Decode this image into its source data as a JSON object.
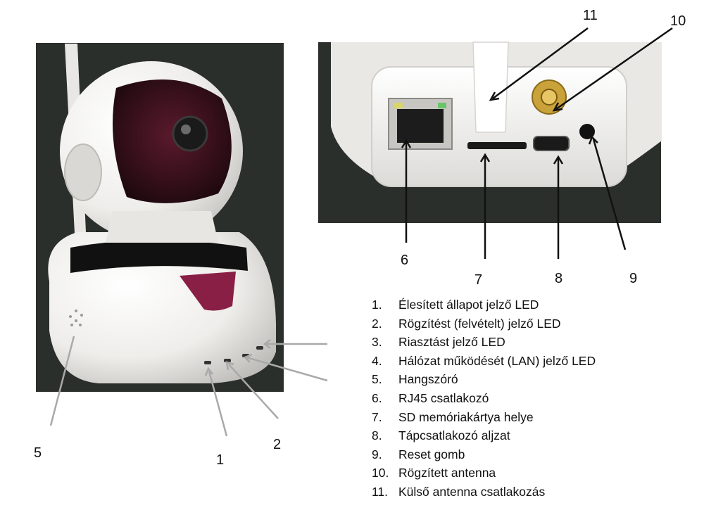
{
  "callout_numbers": {
    "n1": "1",
    "n2": "2",
    "n5": "5",
    "n6": "6",
    "n7": "7",
    "n8": "8",
    "n9": "9",
    "n10": "10",
    "n11": "11"
  },
  "legend": [
    {
      "num": "1.",
      "text": "Élesített állapot jelző LED"
    },
    {
      "num": "2.",
      "text": "Rögzítést (felvételt) jelző LED"
    },
    {
      "num": "3.",
      "text": "Riasztást jelző LED"
    },
    {
      "num": "4.",
      "text": "Hálózat működését (LAN) jelző LED"
    },
    {
      "num": "5.",
      "text": "Hangszóró"
    },
    {
      "num": "6.",
      "text": "RJ45 csatlakozó"
    },
    {
      "num": "7.",
      "text": "SD memóriakártya helye"
    },
    {
      "num": "8.",
      "text": "Tápcsatlakozó aljzat"
    },
    {
      "num": "9.",
      "text": "Reset gomb"
    },
    {
      "num": "10.",
      "text": "Rögzített antenna"
    },
    {
      "num": "11.",
      "text": "Külső antenna csatlakozás"
    }
  ],
  "colors": {
    "photo_background": "#2b2f2c",
    "camera_body": "#f1f0ee",
    "lens_tint": "#4a1422",
    "accent_magenta": "#8a1f45",
    "callout_line": "#111111",
    "led_pointer": "#a9a9a9"
  }
}
